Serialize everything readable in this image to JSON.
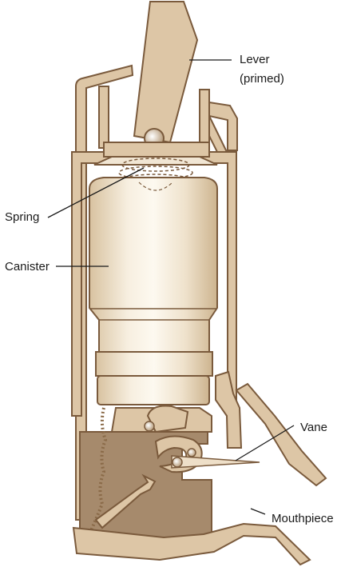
{
  "diagram": {
    "colors": {
      "outline": "#7a5a3c",
      "frame_fill": "#ddc6a6",
      "canister_light": "#fdf8ee",
      "canister_mid": "#ecdcc4",
      "canister_dark": "#c9b08c",
      "dark_part": "#a68a6c",
      "label_text": "#1a1a1a"
    },
    "labels": {
      "lever_line1": "Lever",
      "lever_line2": "(primed)",
      "spring": "Spring",
      "canister": "Canister",
      "vane": "Vane",
      "mouthpiece": "Mouthpiece"
    }
  }
}
